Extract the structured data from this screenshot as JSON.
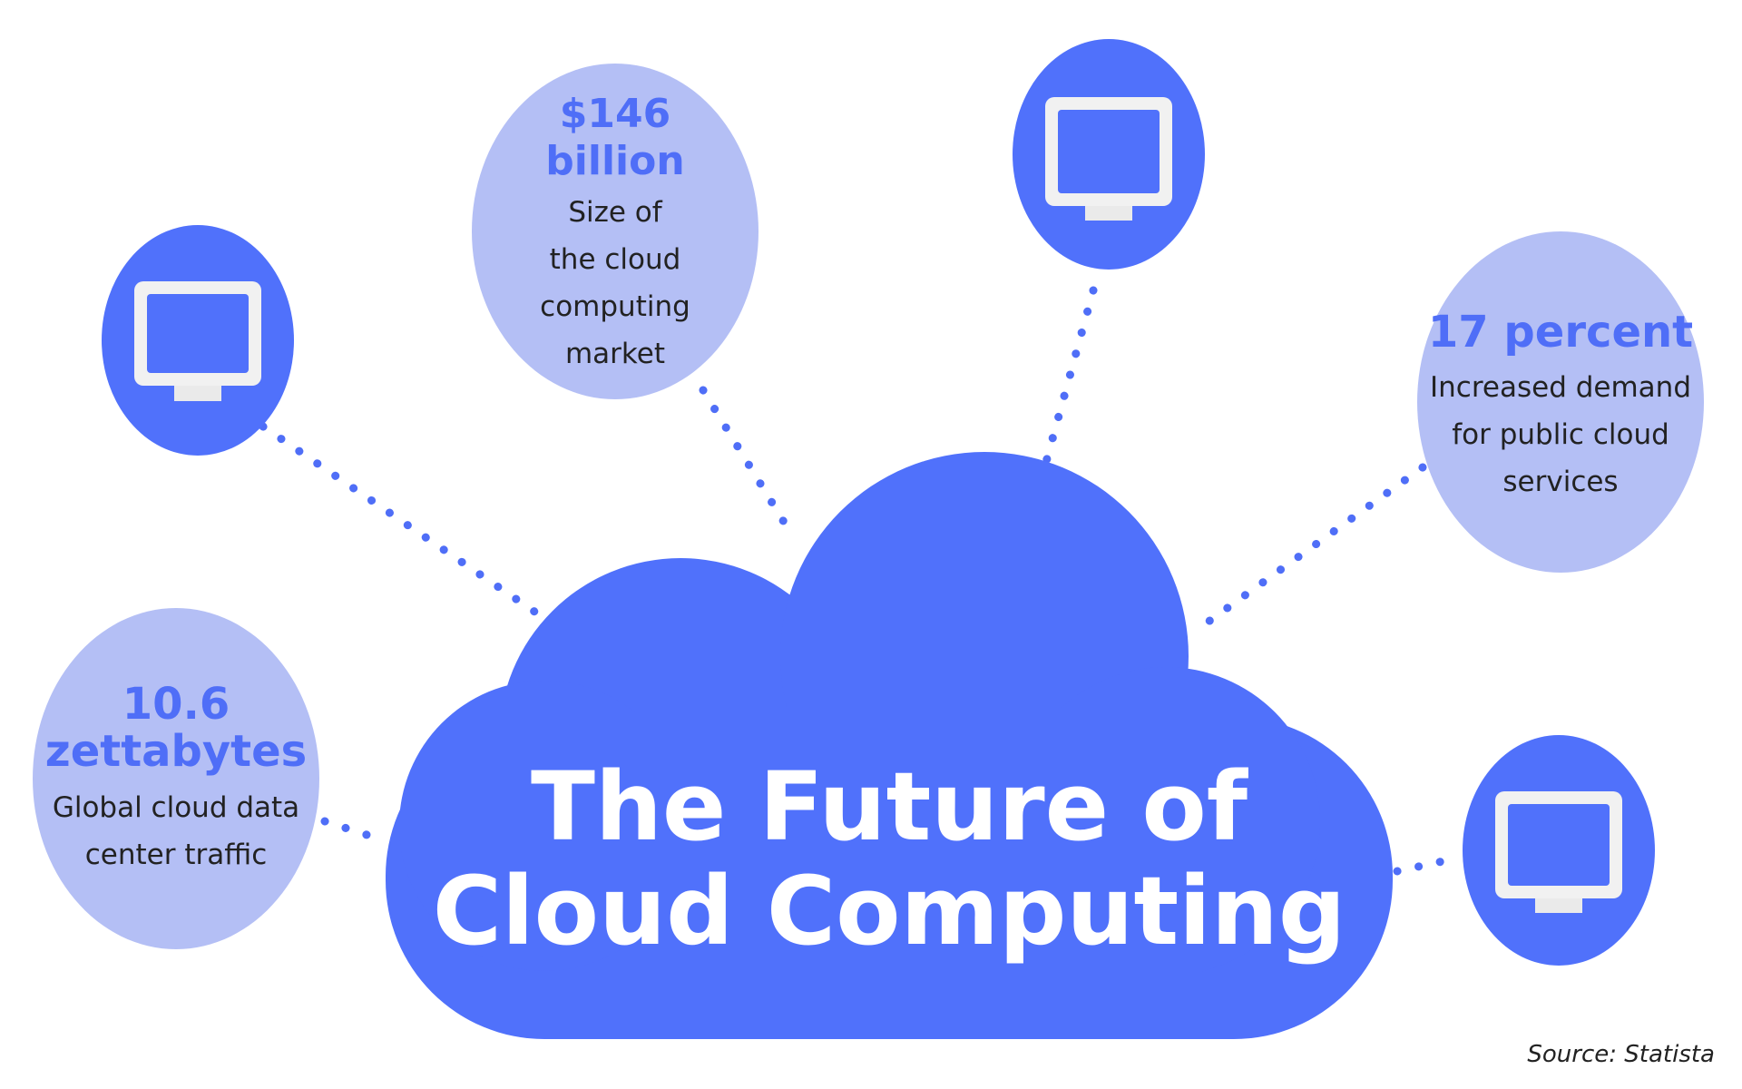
{
  "title": {
    "line1": "The Future of",
    "line2": "Cloud Computing"
  },
  "stats": {
    "market": {
      "head1": "$146",
      "head2": "billion",
      "body": [
        "Size of",
        "the cloud",
        "computing",
        "market"
      ]
    },
    "demand": {
      "head1": "17 percent",
      "body": [
        "Increased demand",
        "for public cloud",
        "services"
      ]
    },
    "traffic": {
      "head1": "10.6",
      "head2": "zettabytes",
      "body": [
        "Global cloud data",
        "center traffic"
      ]
    }
  },
  "devices": [
    "monitor-icon",
    "monitor-icon",
    "monitor-icon"
  ],
  "source": "Source: Statista",
  "colors": {
    "accent": "#5071fb",
    "bubble": "#b4bff5",
    "text": "#222222"
  }
}
